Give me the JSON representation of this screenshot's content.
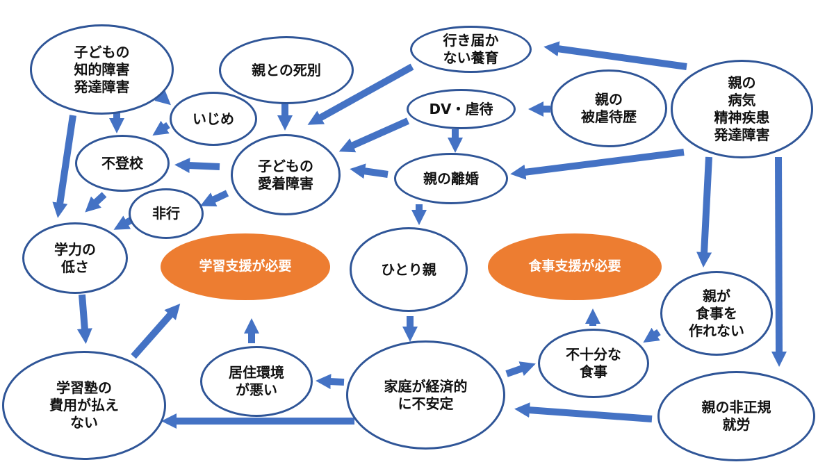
{
  "colors": {
    "arrow": "#4472c4",
    "node_border": "#2f5597",
    "highlight": "#ed7d31"
  },
  "nodes": {
    "child_intellectual": "子どもの\n知的障害\n発達障害",
    "bullying": "いじめ",
    "parent_death": "親との死別",
    "inadequate_care": "行き届か\nない養育",
    "parent_abuse_history": "親の\n被虐待歴",
    "dv_abuse": "DV・虐待",
    "parent_illness": "親の\n病気\n精神疾患\n発達障害",
    "truancy": "不登校",
    "child_attachment": "子どもの\n愛着障害",
    "parent_divorce": "親の離婚",
    "delinquency": "非行",
    "low_academic": "学力の\n低さ",
    "study_support": "学習支援が必要",
    "single_parent": "ひとり親",
    "meal_support": "食事支援が必要",
    "parent_cannot_cook": "親が\n食事を\n作れない",
    "insufficient_meals": "不十分な\n食事",
    "poor_housing": "居住環境\nが悪い",
    "unstable_finances": "家庭が経済的\nに不安定",
    "cram_school_cost": "学習塾の\n費用が払え\nない",
    "irregular_employment": "親の非正規\n就労"
  }
}
